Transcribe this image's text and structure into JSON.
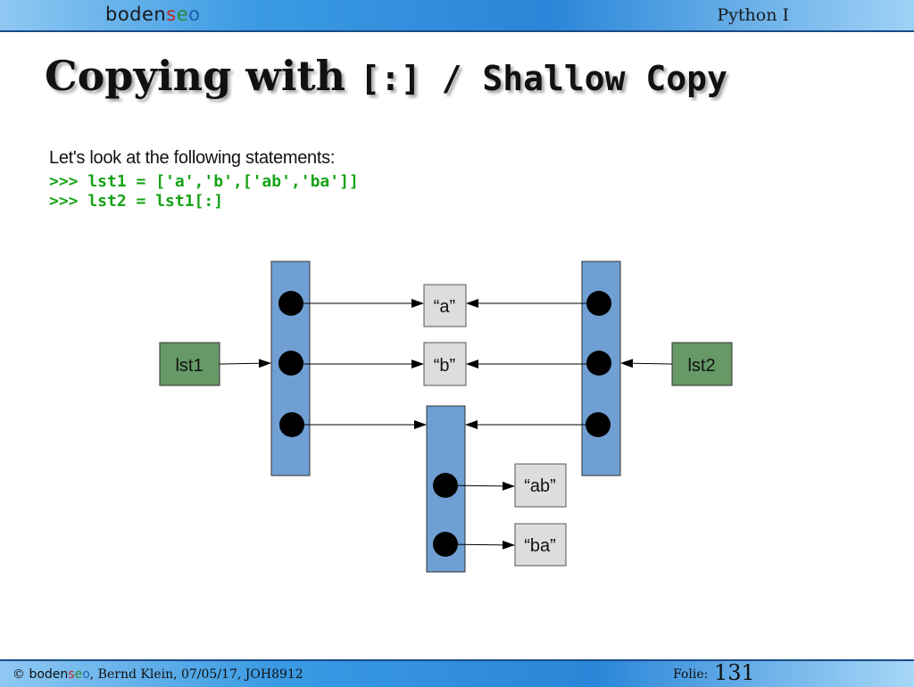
{
  "header": {
    "logo_parts": [
      "boden",
      "s",
      "e",
      "o"
    ],
    "course": "Python I"
  },
  "title": {
    "prefix": "Copying with ",
    "code": "[:] / Shallow Copy"
  },
  "intro": "Let's look at the following statements:",
  "code_lines": [
    ">>> lst1 = ['a','b',['ab','ba']]",
    ">>> lst2 = lst1[:]"
  ],
  "diagram": {
    "labels": {
      "lst1": "lst1",
      "lst2": "lst2",
      "a": "“a”",
      "b": "“b”",
      "ab": "“ab”",
      "ba": "“ba”"
    },
    "colors": {
      "list_fill": "#6f9fd3",
      "var_fill": "#669966",
      "str_fill": "#dddddd",
      "dot": "#000000"
    }
  },
  "footer": {
    "copyright": "© ",
    "logo_parts": [
      "boden",
      "s",
      "e",
      "o"
    ],
    "credit": ", Bernd Klein, 07/05/17, JOH8912",
    "folie_label": "Folie:",
    "folie_number": "131"
  }
}
